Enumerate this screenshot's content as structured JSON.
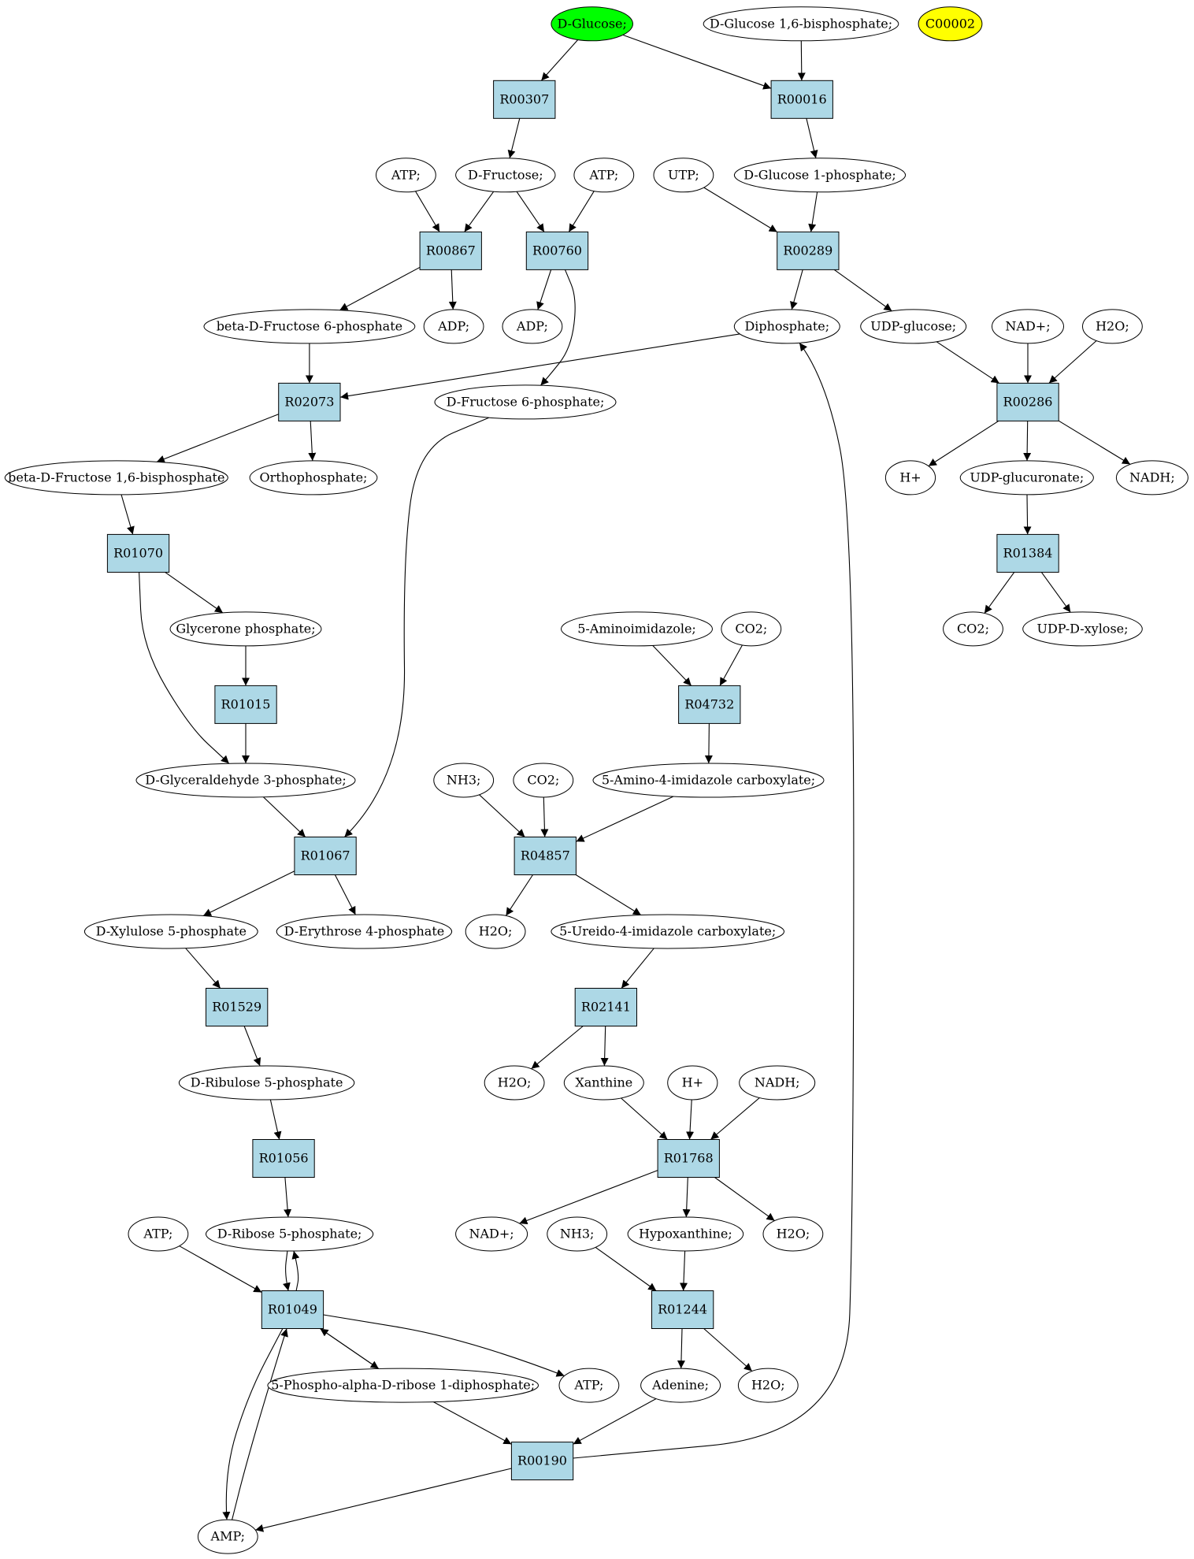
{
  "colors": {
    "compound_fill": "#ffffff",
    "reaction_fill": "#add8e6",
    "highlight_start": "#00ff00",
    "highlight_target": "#ffff00",
    "stroke": "#000000"
  },
  "nodes": {
    "glucose": {
      "label": "D-Glucose;",
      "kind": "compound",
      "highlight": "start"
    },
    "g16bp": {
      "label": "D-Glucose 1,6-bisphosphate;",
      "kind": "compound"
    },
    "c00002": {
      "label": "C00002",
      "kind": "compound",
      "highlight": "target"
    },
    "r00307": {
      "label": "R00307",
      "kind": "reaction"
    },
    "r00016": {
      "label": "R00016",
      "kind": "reaction"
    },
    "atp1": {
      "label": "ATP;",
      "kind": "compound"
    },
    "fructose": {
      "label": "D-Fructose;",
      "kind": "compound"
    },
    "atp2": {
      "label": "ATP;",
      "kind": "compound"
    },
    "utp": {
      "label": "UTP;",
      "kind": "compound"
    },
    "g1p": {
      "label": "D-Glucose 1-phosphate;",
      "kind": "compound"
    },
    "r00867": {
      "label": "R00867",
      "kind": "reaction"
    },
    "r00760": {
      "label": "R00760",
      "kind": "reaction"
    },
    "r00289": {
      "label": "R00289",
      "kind": "reaction"
    },
    "bf6p": {
      "label": "beta-D-Fructose 6-phosphate",
      "kind": "compound"
    },
    "adp1": {
      "label": "ADP;",
      "kind": "compound"
    },
    "adp2": {
      "label": "ADP;",
      "kind": "compound"
    },
    "diphosphate": {
      "label": "Diphosphate;",
      "kind": "compound"
    },
    "udpglucose": {
      "label": "UDP-glucose;",
      "kind": "compound"
    },
    "nadp1": {
      "label": "NAD+;",
      "kind": "compound"
    },
    "h2o1": {
      "label": "H2O;",
      "kind": "compound"
    },
    "r02073": {
      "label": "R02073",
      "kind": "reaction"
    },
    "f6p": {
      "label": "D-Fructose 6-phosphate;",
      "kind": "compound"
    },
    "r00286": {
      "label": "R00286",
      "kind": "reaction"
    },
    "bf16bp": {
      "label": "beta-D-Fructose 1,6-bisphosphate",
      "kind": "compound"
    },
    "orthophosphate": {
      "label": "Orthophosphate;",
      "kind": "compound"
    },
    "hplus1": {
      "label": "H+",
      "kind": "compound"
    },
    "udpglucuronate": {
      "label": "UDP-glucuronate;",
      "kind": "compound"
    },
    "nadh1": {
      "label": "NADH;",
      "kind": "compound"
    },
    "r01070": {
      "label": "R01070",
      "kind": "reaction"
    },
    "r01384": {
      "label": "R01384",
      "kind": "reaction"
    },
    "glycerone": {
      "label": "Glycerone phosphate;",
      "kind": "compound"
    },
    "aminoimidazole": {
      "label": "5-Aminoimidazole;",
      "kind": "compound"
    },
    "co2a": {
      "label": "CO2;",
      "kind": "compound"
    },
    "co2b": {
      "label": "CO2;",
      "kind": "compound"
    },
    "udpxylose": {
      "label": "UDP-D-xylose;",
      "kind": "compound"
    },
    "r01015": {
      "label": "R01015",
      "kind": "reaction"
    },
    "r04732": {
      "label": "R04732",
      "kind": "reaction"
    },
    "g3p": {
      "label": "D-Glyceraldehyde 3-phosphate;",
      "kind": "compound"
    },
    "nh3a": {
      "label": "NH3;",
      "kind": "compound"
    },
    "co2c": {
      "label": "CO2;",
      "kind": "compound"
    },
    "aic": {
      "label": "5-Amino-4-imidazole carboxylate;",
      "kind": "compound"
    },
    "r01067": {
      "label": "R01067",
      "kind": "reaction"
    },
    "r04857": {
      "label": "R04857",
      "kind": "reaction"
    },
    "xu5p": {
      "label": "D-Xylulose 5-phosphate",
      "kind": "compound"
    },
    "e4p": {
      "label": "D-Erythrose 4-phosphate",
      "kind": "compound"
    },
    "h2o2": {
      "label": "H2O;",
      "kind": "compound"
    },
    "uic": {
      "label": "5-Ureido-4-imidazole carboxylate;",
      "kind": "compound"
    },
    "r01529": {
      "label": "R01529",
      "kind": "reaction"
    },
    "r02141": {
      "label": "R02141",
      "kind": "reaction"
    },
    "ru5p": {
      "label": "D-Ribulose 5-phosphate",
      "kind": "compound"
    },
    "h2o3": {
      "label": "H2O;",
      "kind": "compound"
    },
    "xanthine": {
      "label": "Xanthine",
      "kind": "compound"
    },
    "hplus2": {
      "label": "H+",
      "kind": "compound"
    },
    "nadh2": {
      "label": "NADH;",
      "kind": "compound"
    },
    "r01056": {
      "label": "R01056",
      "kind": "reaction"
    },
    "r01768": {
      "label": "R01768",
      "kind": "reaction"
    },
    "atp3": {
      "label": "ATP;",
      "kind": "compound"
    },
    "r5p": {
      "label": "D-Ribose 5-phosphate;",
      "kind": "compound"
    },
    "nadp2": {
      "label": "NAD+;",
      "kind": "compound"
    },
    "nh3b": {
      "label": "NH3;",
      "kind": "compound"
    },
    "hypoxanthine": {
      "label": "Hypoxanthine;",
      "kind": "compound"
    },
    "h2o4": {
      "label": "H2O;",
      "kind": "compound"
    },
    "r01049": {
      "label": "R01049",
      "kind": "reaction"
    },
    "r01244": {
      "label": "R01244",
      "kind": "reaction"
    },
    "prpp": {
      "label": "5-Phospho-alpha-D-ribose 1-diphosphate;",
      "kind": "compound"
    },
    "atp4": {
      "label": "ATP;",
      "kind": "compound"
    },
    "adenine": {
      "label": "Adenine;",
      "kind": "compound"
    },
    "h2o5": {
      "label": "H2O;",
      "kind": "compound"
    },
    "r00190": {
      "label": "R00190",
      "kind": "reaction"
    },
    "amp": {
      "label": "AMP;",
      "kind": "compound"
    }
  }
}
